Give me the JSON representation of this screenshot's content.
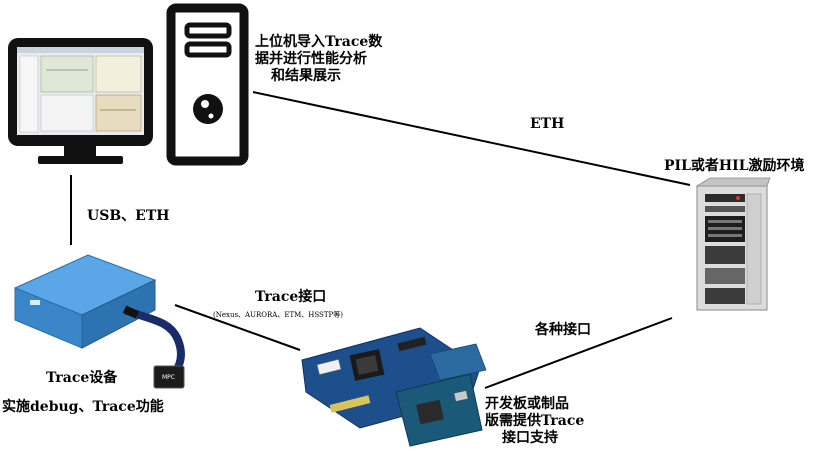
{
  "labels": {
    "pc_caption_line1": "上位机导入Trace数",
    "pc_caption_line2": "据并进行性能分析",
    "pc_caption_line3": "和结果展示",
    "eth_top": "ETH",
    "pil_hil": "PIL或者HIL激励环境",
    "usb_eth": "USB、ETH",
    "trace_interface": "Trace接口",
    "trace_interface_protocols": "(Nexus、AURORA、ETM、HSSTP等)",
    "various_interfaces": "各种接口",
    "trace_device": "Trace设备",
    "trace_device_func": "实施debug、Trace功能",
    "board_line1": "开发板或制品",
    "board_line2": "版需提供Trace",
    "board_line3": "接口支持"
  },
  "device_texts": {
    "mpc_badge": "MPC"
  },
  "colors": {
    "line": "#000000",
    "monitor_frame": "#111111",
    "trace_device_blue": "#3a86c8",
    "board_blue": "#1d4f8c"
  }
}
